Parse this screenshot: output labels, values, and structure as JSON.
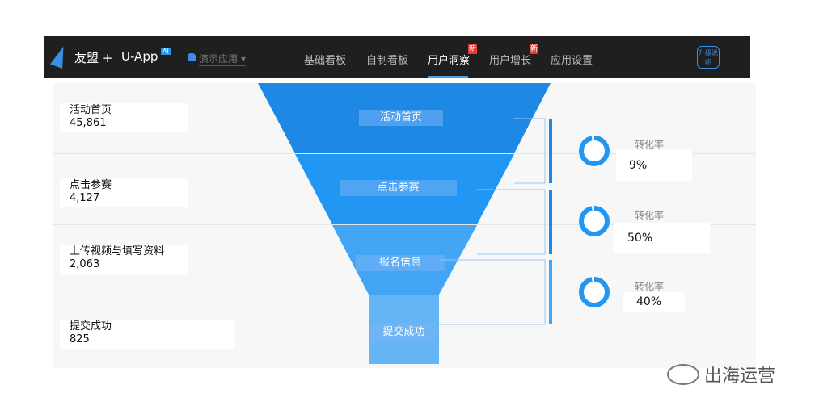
{
  "nav": {
    "brand": "友盟 +",
    "product": "U-App",
    "ai": "AI",
    "app_select": "演示应用",
    "items": [
      {
        "label": "基础看板"
      },
      {
        "label": "自制看板"
      },
      {
        "label": "用户洞察",
        "badge": "新",
        "active": true
      },
      {
        "label": "用户增长",
        "badge": "新"
      },
      {
        "label": "应用设置"
      }
    ],
    "upgrade": "升级说明"
  },
  "funnel": {
    "stages": [
      {
        "name": "活动首页",
        "count": "45,861"
      },
      {
        "name": "点击参赛",
        "count": "4,127"
      },
      {
        "name": "上传视频与填写资料",
        "stage_label": "报名信息",
        "count": "2,063"
      },
      {
        "name": "提交成功",
        "count": "825"
      }
    ],
    "colors": [
      "#1e88e5",
      "#2196f3",
      "#42a5f5",
      "#64b5f6"
    ]
  },
  "conversions": [
    {
      "label": "转化率",
      "value": "9%",
      "fraction": 0.09
    },
    {
      "label": "转化率",
      "value": "50%",
      "fraction": 0.5
    },
    {
      "label": "转化率",
      "value": "40%",
      "fraction": 0.4
    }
  ],
  "watermark": "出海运营"
}
